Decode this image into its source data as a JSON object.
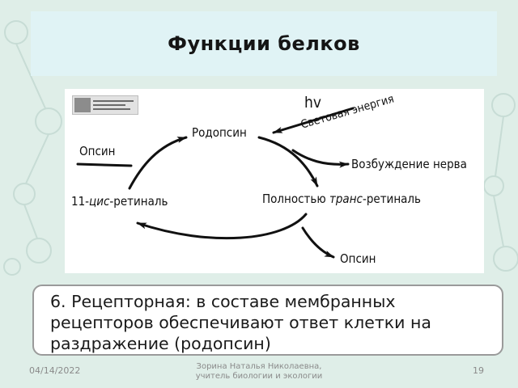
{
  "slide": {
    "title": "Функции белков",
    "diagram": {
      "opsin_left": "Опсин",
      "rhodopsin": "Родопсин",
      "hv": "hv",
      "light_energy": "Световая энергия",
      "nerve_excitation": "Возбуждение нерва",
      "cis_number": "11-",
      "cis_word": "цис",
      "cis_suffix": "-ретиналь",
      "trans_prefix": "Полностью ",
      "trans_word": "транс",
      "trans_suffix": "-ретиналь",
      "opsin_bottom": "Опсин"
    },
    "body_text": "6. Рецепторная: в составе мембранных рецепторов обеспечивают ответ клетки на раздражение (родопсин)",
    "footer": {
      "date": "04/14/2022",
      "author_line1": "Зорина Наталья Николаевна,",
      "author_line2": "учитель биологии и экологии",
      "page": "19"
    }
  },
  "colors": {
    "background": "#dfeee8",
    "title_band": "#e0f3f5",
    "text_box_border": "#9a9a9a",
    "footer_text": "#8a8a8a"
  }
}
